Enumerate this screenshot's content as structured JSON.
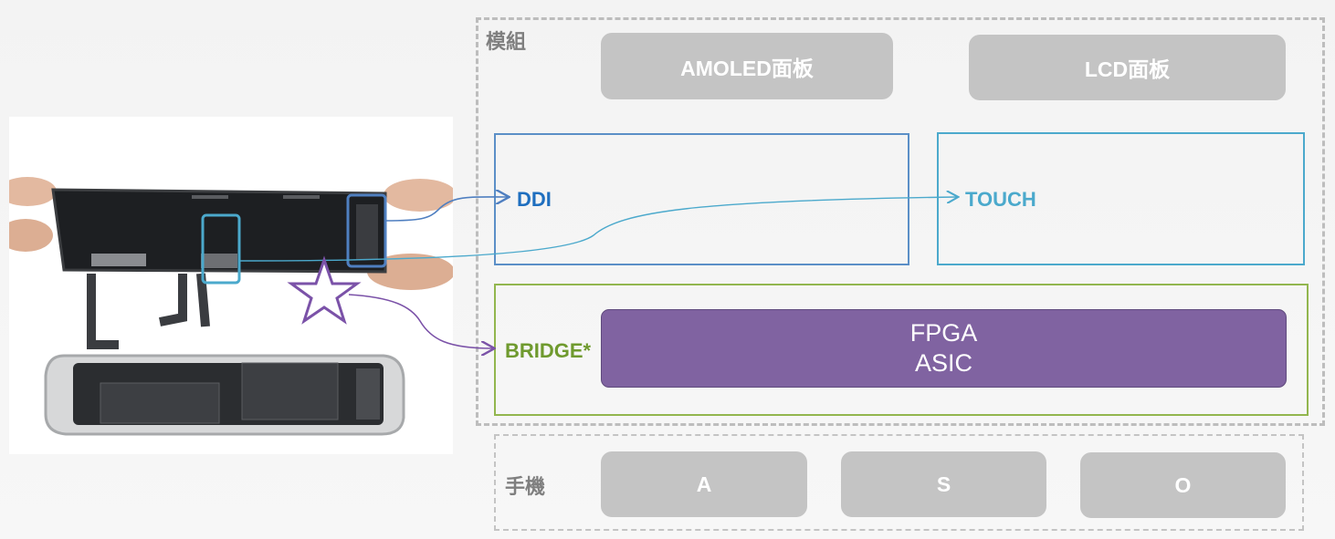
{
  "module": {
    "label": "模組",
    "panels": [
      "AMOLED面板",
      "LCD面板"
    ]
  },
  "ddi": {
    "label": "DDI",
    "color": "#1f6fbf"
  },
  "touch": {
    "label": "TOUCH",
    "color": "#4ba9cc"
  },
  "bridge": {
    "label": "BRIDGE*",
    "color": "#6f9a2e",
    "chip_lines": [
      "FPGA",
      "ASIC"
    ],
    "chip_color": "#8063a1"
  },
  "phone": {
    "label": "手機",
    "brands": [
      "A",
      "S",
      "O"
    ]
  },
  "colors": {
    "pill_gray": "#c4c4c4",
    "dashed_border": "#bdbdbd",
    "star_outline": "#7b52a8"
  }
}
